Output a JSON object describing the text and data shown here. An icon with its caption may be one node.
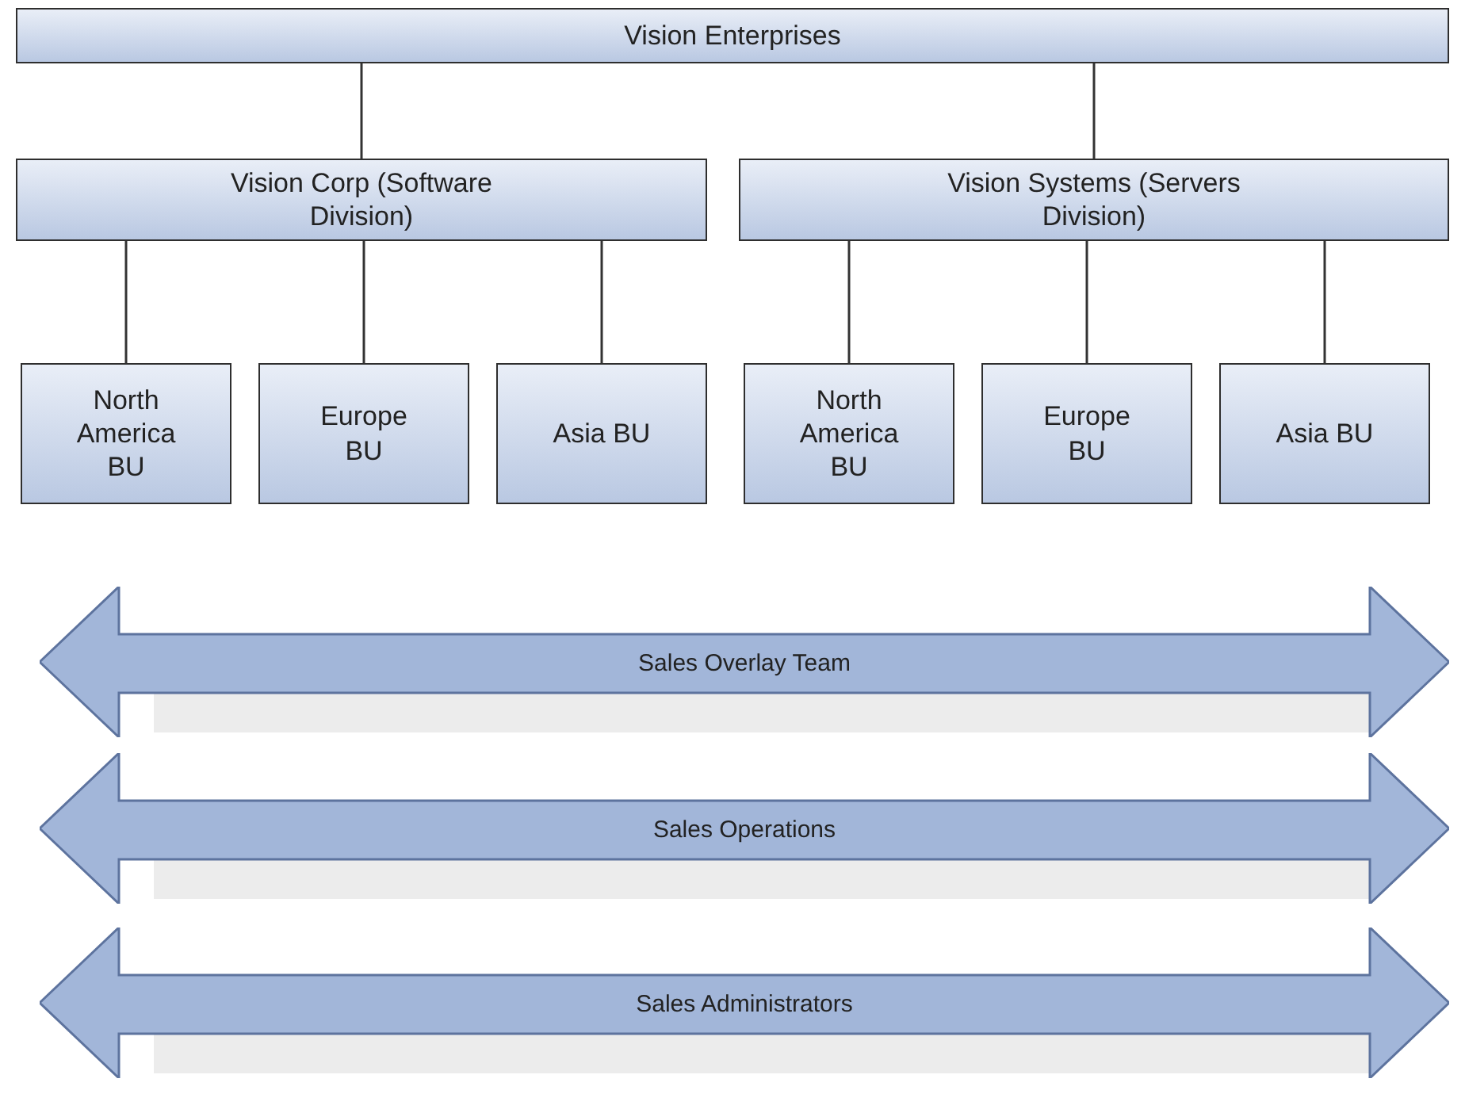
{
  "diagram": {
    "nodes": [
      {
        "text": [
          "Vision Enterprises"
        ]
      },
      {
        "text": [
          "Vision Corp (Software Division)"
        ]
      },
      {
        "text": [
          "Vision Systems (Servers Division)"
        ]
      },
      {
        "text": [
          "North America BU"
        ]
      },
      {
        "text": [
          "Europe BU"
        ]
      },
      {
        "text": [
          "Asia BU"
        ]
      },
      {
        "text": [
          "North America BU"
        ]
      },
      {
        "text": [
          "Europe BU"
        ]
      },
      {
        "text": [
          "Asia BU"
        ]
      },
      {
        "text": [
          "Sales Overlay Team"
        ]
      },
      {
        "text": [
          "Sales Operations"
        ]
      },
      {
        "text": [
          "Sales Administrators"
        ]
      }
    ],
    "edges": [
      {
        "from": 0,
        "to": 1,
        "arrow": "none"
      },
      {
        "from": 0,
        "to": 2,
        "arrow": "none"
      },
      {
        "from": 1,
        "to": 3,
        "arrow": "none"
      },
      {
        "from": 1,
        "to": 4,
        "arrow": "none"
      },
      {
        "from": 1,
        "to": 5,
        "arrow": "none"
      },
      {
        "from": 2,
        "to": 6,
        "arrow": "none"
      },
      {
        "from": 2,
        "to": 7,
        "arrow": "none"
      },
      {
        "from": 2,
        "to": 8,
        "arrow": "none"
      }
    ]
  }
}
